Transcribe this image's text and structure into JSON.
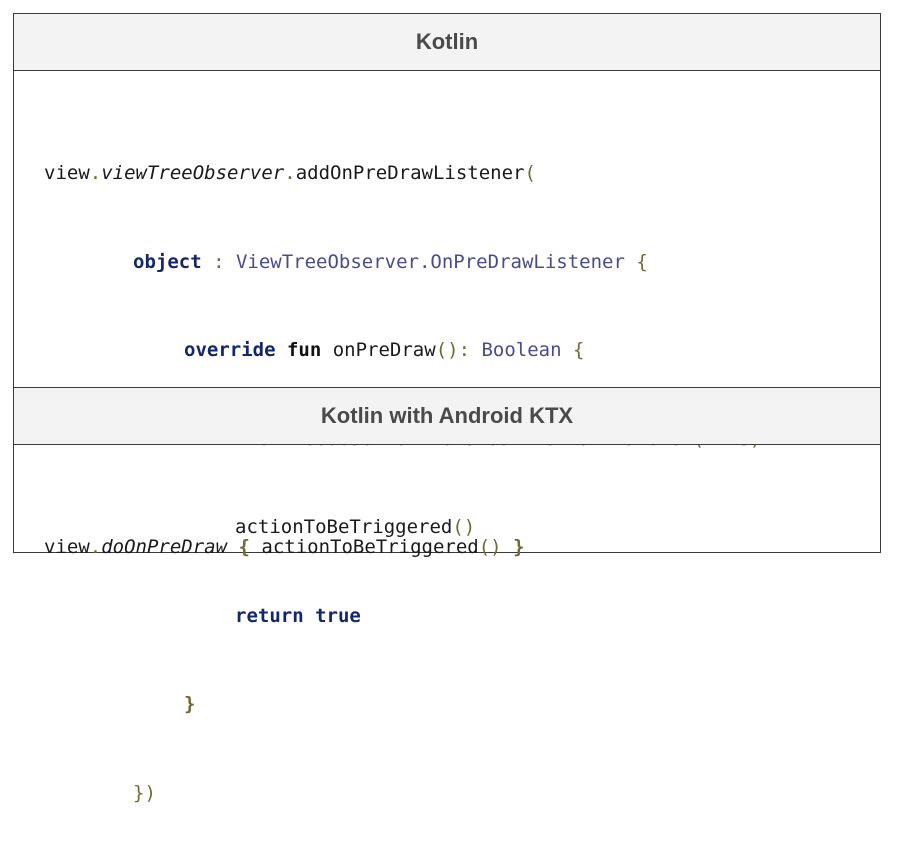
{
  "sections": [
    {
      "title": "Kotlin",
      "code": {
        "l1_a": "view",
        "l1_dot1": ".",
        "l1_b": "viewTreeObserver",
        "l1_dot2": ".",
        "l1_c": "addOnPreDrawListener",
        "l1_p": "(",
        "l2_kw": "object",
        "l2_colon": " : ",
        "l2_type": "ViewTreeObserver.OnPreDrawListener",
        "l2_brace": " {",
        "l3_kw1": "override",
        "l3_kw2": "fun",
        "l3_fn": " onPreDraw",
        "l3_p": "():",
        "l3_type": " Boolean",
        "l3_brace": " {",
        "l4_a": "viewTreeObserver",
        "l4_dot": ".",
        "l4_b": "removeOnPreDrawListener",
        "l4_p1": "(",
        "l4_kw": "this",
        "l4_p2": ")",
        "l5_a": "actionToBeTriggered",
        "l5_p": "()",
        "l6_kw1": "return",
        "l6_kw2": "true",
        "l7": "}",
        "l8": "})"
      }
    },
    {
      "title": "Kotlin with Android KTX",
      "code": {
        "a": "view",
        "dot": ".",
        "b": "doOnPreDraw",
        "brace1": " {",
        "c": " actionToBeTriggered",
        "p": "()",
        "brace2": " }"
      }
    }
  ]
}
